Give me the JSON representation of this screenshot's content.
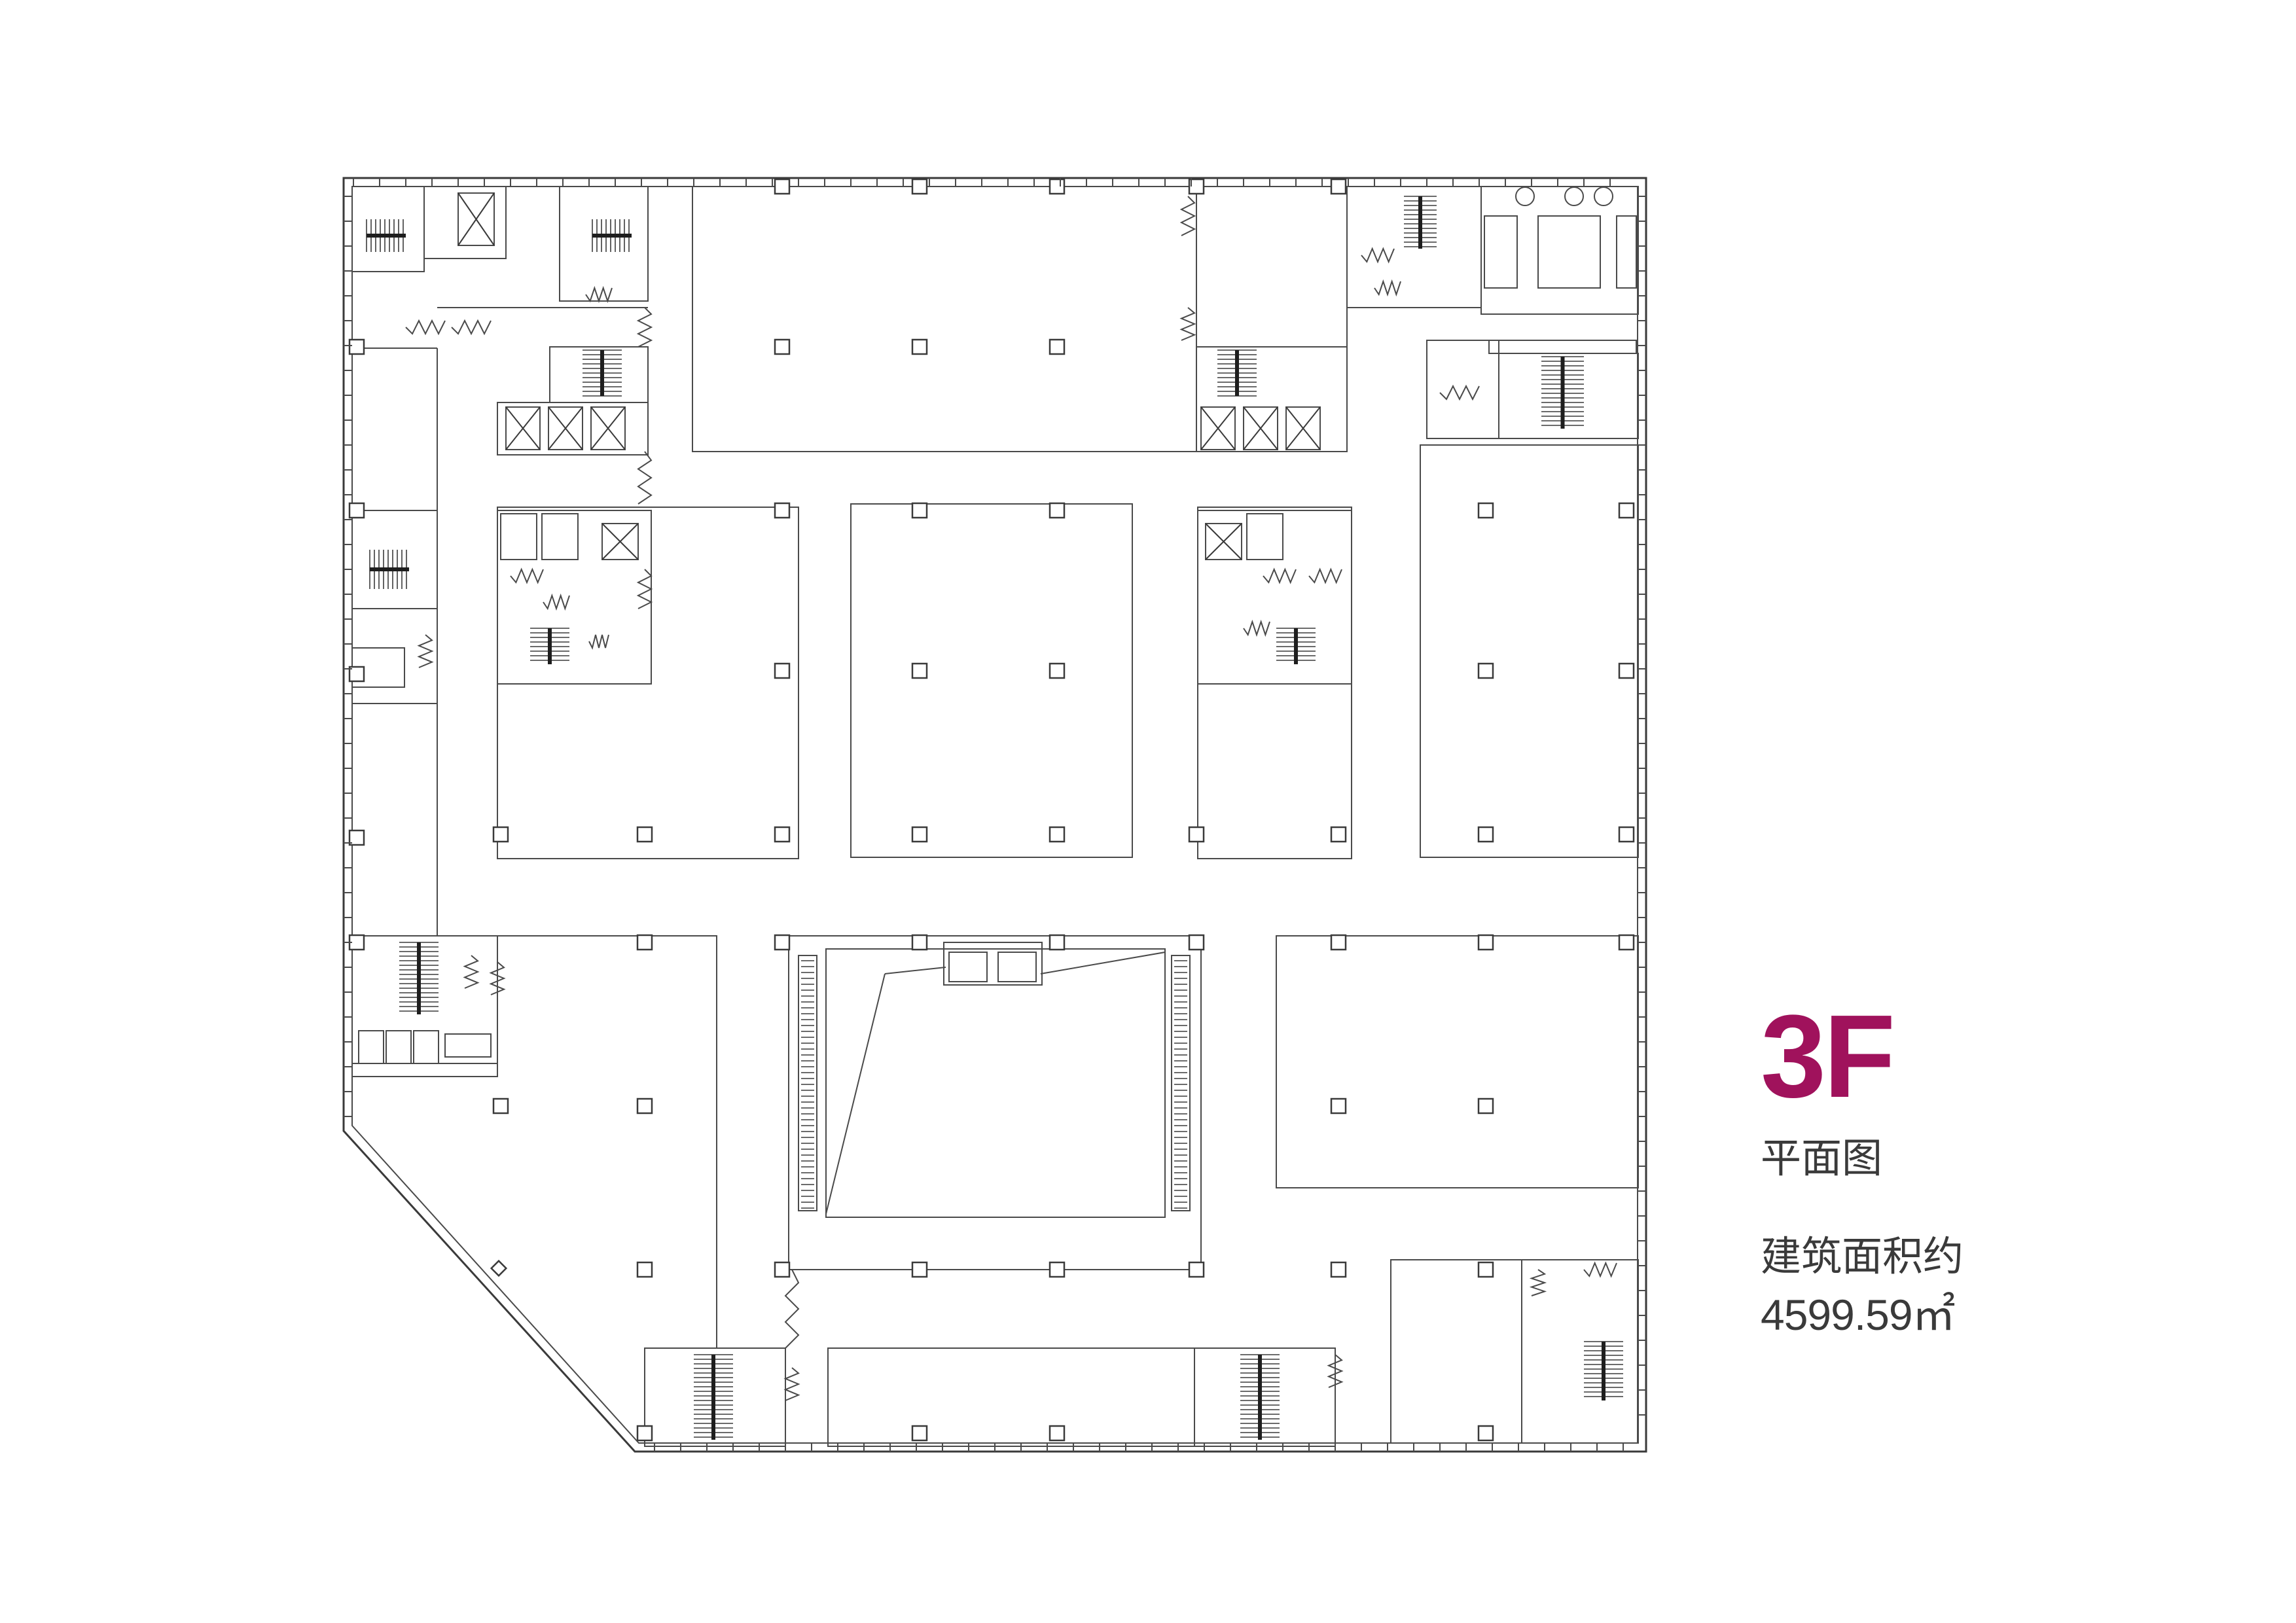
{
  "legend": {
    "floor": "3F",
    "plan_label": "平面图",
    "area_label": "建筑面积约",
    "area_value": "4599.59㎡"
  },
  "colors": {
    "accent": "#a0125c",
    "line": "#3a3a3a",
    "background": "#ffffff"
  }
}
